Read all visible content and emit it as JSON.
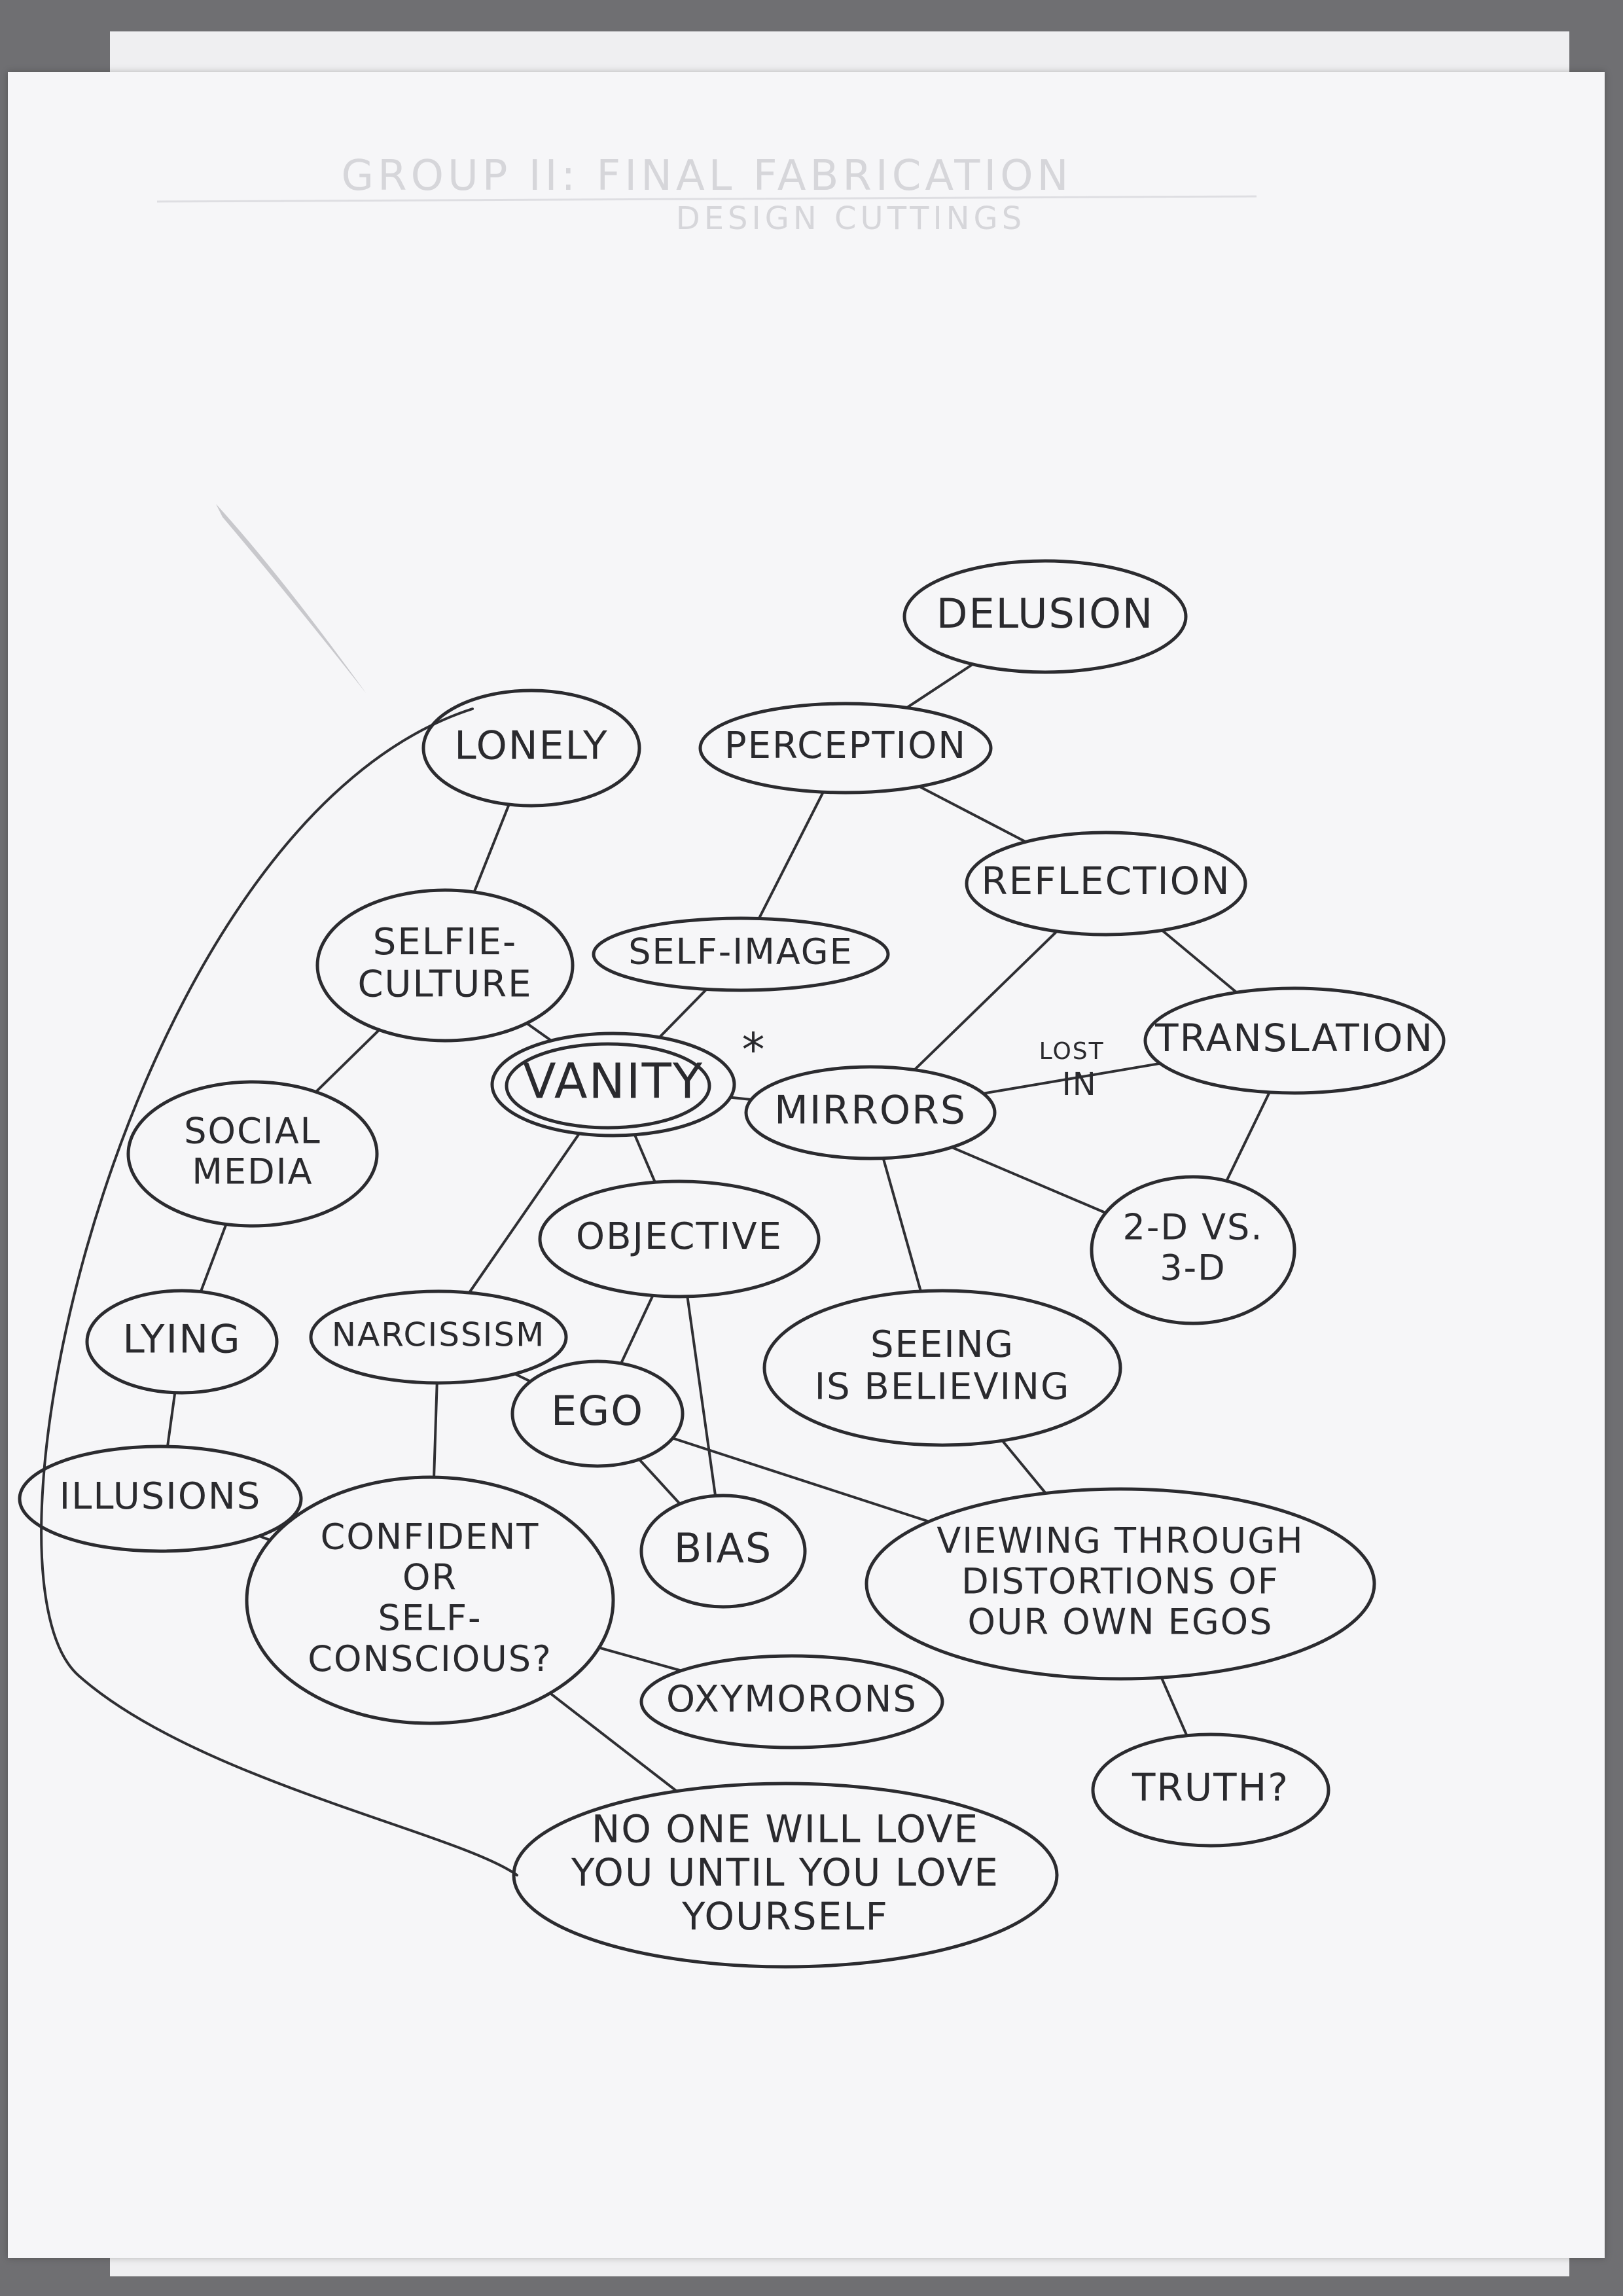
{
  "header": {
    "line1": "GROUP II: FINAL FABRICATION",
    "line2": "DESIGN CUTTINGS"
  },
  "nodes": [
    {
      "id": "delusion",
      "lines": [
        "DELUSION"
      ]
    },
    {
      "id": "perception",
      "lines": [
        "PERCEPTION"
      ]
    },
    {
      "id": "lonely",
      "lines": [
        "LONELY"
      ]
    },
    {
      "id": "reflection",
      "lines": [
        "REFLECTION"
      ]
    },
    {
      "id": "selfie-culture",
      "lines": [
        "SELFIE-",
        "CULTURE"
      ]
    },
    {
      "id": "self-image",
      "lines": [
        "SELF-IMAGE"
      ]
    },
    {
      "id": "translation",
      "lines": [
        "TRANSLATION"
      ]
    },
    {
      "id": "vanity",
      "lines": [
        "VANITY"
      ],
      "starred": true
    },
    {
      "id": "mirrors",
      "lines": [
        "MIRRORS"
      ]
    },
    {
      "id": "social-media",
      "lines": [
        "SOCIAL",
        "MEDIA"
      ]
    },
    {
      "id": "2d-3d",
      "lines": [
        "2-D VS.",
        "3-D"
      ]
    },
    {
      "id": "objective",
      "lines": [
        "OBJECTIVE"
      ]
    },
    {
      "id": "lying",
      "lines": [
        "LYING"
      ]
    },
    {
      "id": "narcissism",
      "lines": [
        "NARCISSISM"
      ]
    },
    {
      "id": "seeing",
      "lines": [
        "SEEING",
        "IS BELIEVING"
      ]
    },
    {
      "id": "ego",
      "lines": [
        "EGO"
      ]
    },
    {
      "id": "illusions",
      "lines": [
        "ILLUSIONS"
      ]
    },
    {
      "id": "confident",
      "lines": [
        "CONFIDENT",
        "OR",
        "SELF-",
        "CONSCIOUS?"
      ]
    },
    {
      "id": "bias",
      "lines": [
        "BIAS"
      ]
    },
    {
      "id": "viewing",
      "lines": [
        "VIEWING THROUGH",
        "DISTORTIONS OF",
        "OUR OWN EGOS"
      ]
    },
    {
      "id": "oxymorons",
      "lines": [
        "OXYMORONS"
      ]
    },
    {
      "id": "truth",
      "lines": [
        "TRUTH?"
      ]
    },
    {
      "id": "no-one",
      "lines": [
        "NO ONE WILL LOVE",
        "YOU UNTIL YOU LOVE",
        "YOURSELF"
      ]
    }
  ],
  "edges": [
    {
      "from": "delusion",
      "to": "perception"
    },
    {
      "from": "perception",
      "to": "reflection"
    },
    {
      "from": "perception",
      "to": "self-image"
    },
    {
      "from": "lonely",
      "to": "selfie-culture"
    },
    {
      "from": "reflection",
      "to": "mirrors"
    },
    {
      "from": "reflection",
      "to": "translation"
    },
    {
      "from": "selfie-culture",
      "to": "social-media"
    },
    {
      "from": "selfie-culture",
      "to": "vanity"
    },
    {
      "from": "self-image",
      "to": "vanity"
    },
    {
      "from": "vanity",
      "to": "mirrors"
    },
    {
      "from": "vanity",
      "to": "objective"
    },
    {
      "from": "vanity",
      "to": "narcissism"
    },
    {
      "from": "mirrors",
      "to": "translation",
      "label": [
        "LOST",
        "IN"
      ]
    },
    {
      "from": "mirrors",
      "to": "2d-3d"
    },
    {
      "from": "mirrors",
      "to": "seeing"
    },
    {
      "from": "translation",
      "to": "2d-3d"
    },
    {
      "from": "social-media",
      "to": "lying"
    },
    {
      "from": "objective",
      "to": "ego"
    },
    {
      "from": "objective",
      "to": "bias"
    },
    {
      "from": "narcissism",
      "to": "ego"
    },
    {
      "from": "narcissism",
      "to": "confident"
    },
    {
      "from": "lying",
      "to": "illusions"
    },
    {
      "from": "ego",
      "to": "bias"
    },
    {
      "from": "ego",
      "to": "viewing"
    },
    {
      "from": "seeing",
      "to": "viewing"
    },
    {
      "from": "illusions",
      "to": "confident"
    },
    {
      "from": "confident",
      "to": "oxymorons"
    },
    {
      "from": "confident",
      "to": "no-one"
    },
    {
      "from": "viewing",
      "to": "truth"
    },
    {
      "from": "lonely",
      "to": "no-one",
      "style": "arc"
    }
  ],
  "star_symbol": "*"
}
